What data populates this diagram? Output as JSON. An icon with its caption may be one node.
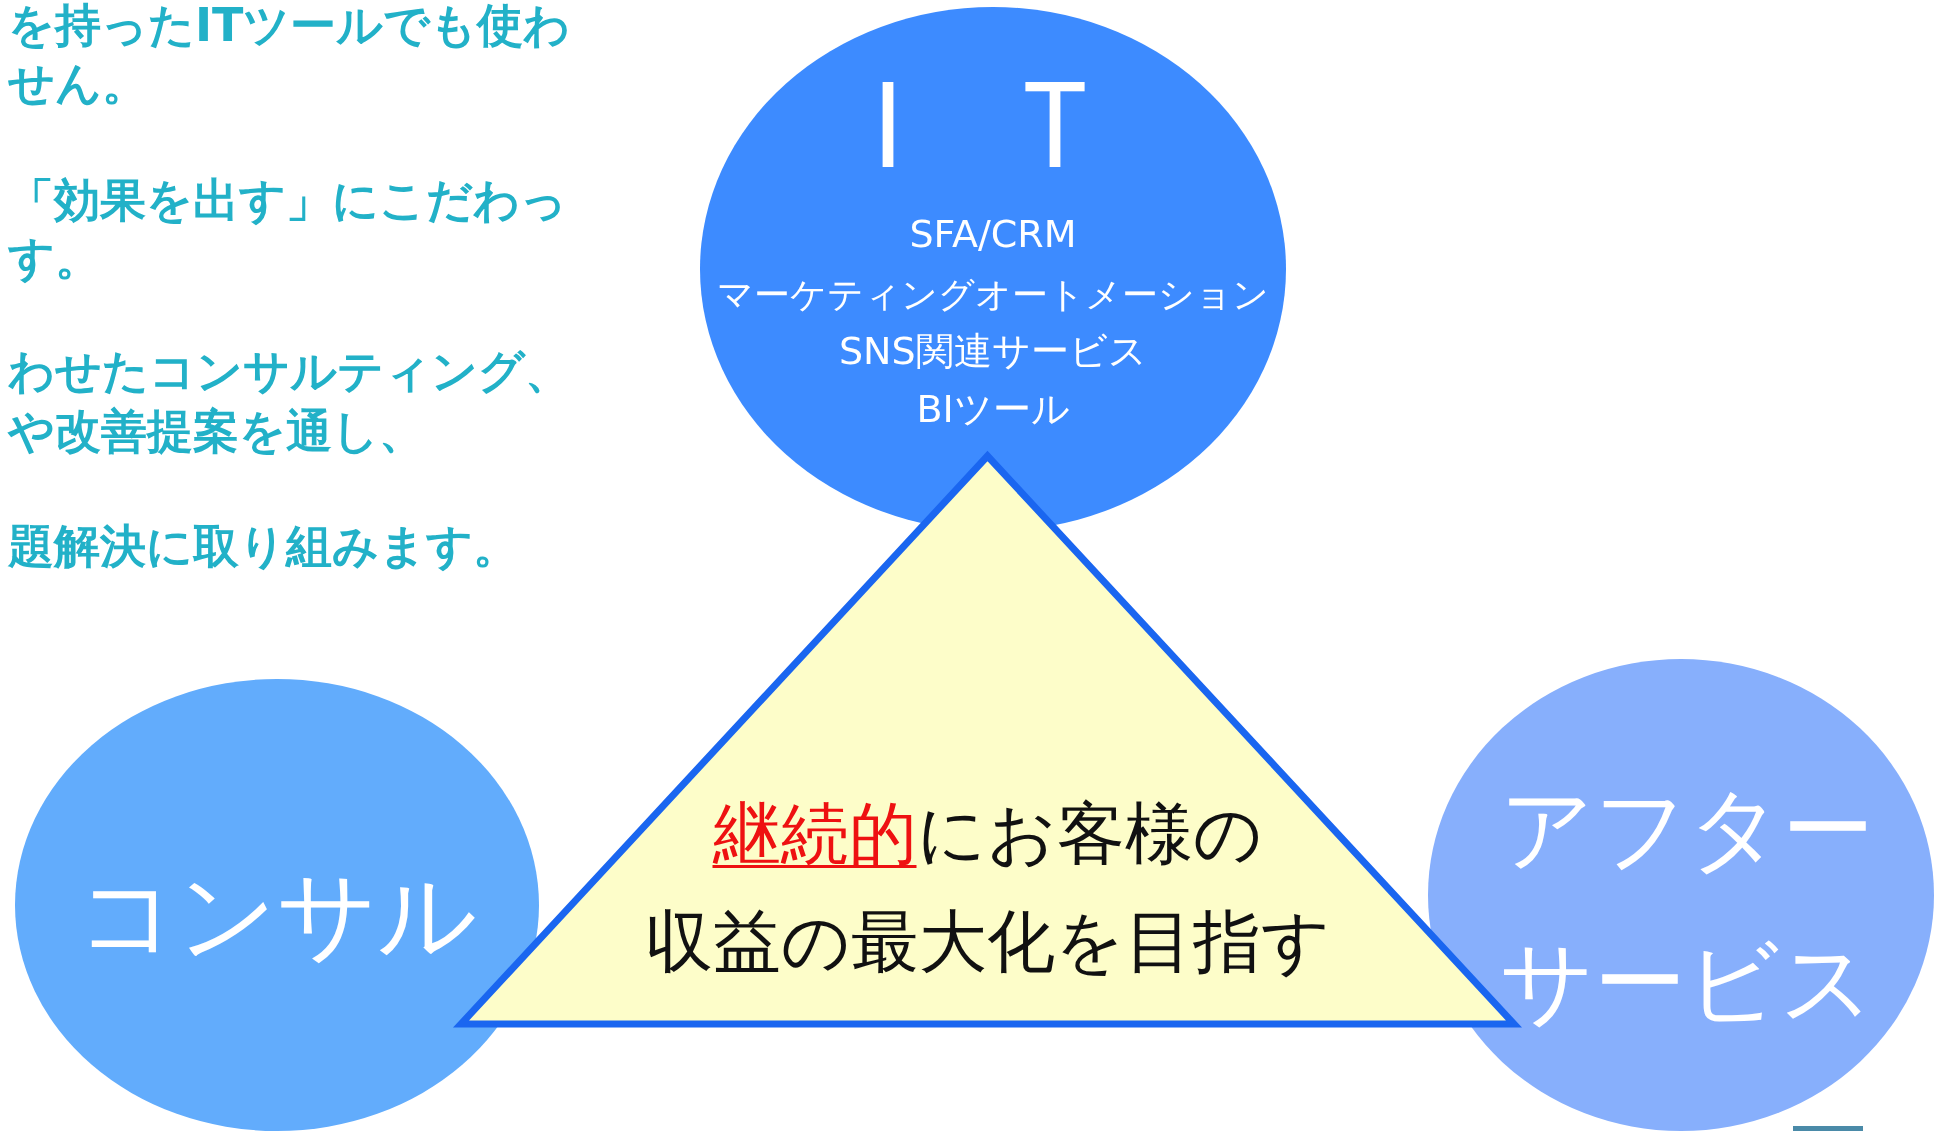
{
  "diagram": {
    "nodes": [
      {
        "text": [
          "ＩＴ",
          "SFA/CRM",
          "マーケティングオートメーション",
          "SNS関連サービス",
          "BIツール"
        ]
      },
      {
        "text": [
          "**継続的**にお客様の",
          "収益の最大化を目指す"
        ]
      },
      {
        "text": [
          "コンサル"
        ]
      },
      {
        "text": [
          "アフターサービス"
        ]
      }
    ],
    "labels": [
      "を持ったITツールでも使わ",
      "せん。",
      "「効果を出す」にこだわっ",
      "す。",
      "わせたコンサルティング、",
      "や改善提案を通し、",
      "題解決に取り組みます。"
    ]
  }
}
